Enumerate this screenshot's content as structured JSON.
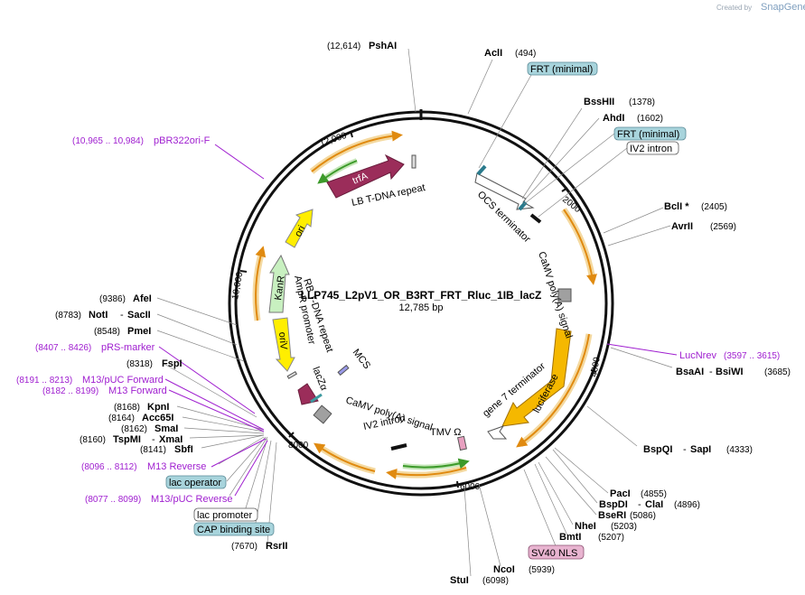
{
  "watermark": {
    "prefix": "Created by",
    "brand": "SnapGene"
  },
  "plasmid": {
    "name": "LLP745_L2pV1_OR_B3RT_FRT_Rluc_1IB_lacZ",
    "length": "12,785 bp"
  },
  "ticks": [
    "2000",
    "4000",
    "6000",
    "8000",
    "10,000",
    "12,000"
  ],
  "features": {
    "trfA": "trfA",
    "ori": "ori",
    "KanR": "KanR",
    "oriV": "oriV",
    "luciferase": "luciferase",
    "lb_tdna": "LB T-DNA repeat",
    "rb_tdna": "RB T-DNA repeat",
    "ocs_term": "OCS terminator",
    "camv_polya_1": "CaMV poly(A) signal",
    "camv_polya_2": "CaMV poly(A) signal",
    "gene7_term": "gene 7 terminator",
    "tmv": "TMV Ω",
    "iv2_intron": "IV2 intron",
    "mcs": "MCS",
    "lacza": "lacZα",
    "ampr_promoter": "AmpR promoter"
  },
  "sites": {
    "psha": {
      "pos": "(12,614)",
      "name": "PshAI"
    },
    "acli": {
      "name": "AclI",
      "pos": "(494)"
    },
    "frt1": "FRT (minimal)",
    "bsshii": {
      "name": "BssHII",
      "pos": "(1378)"
    },
    "ahdi": {
      "name": "AhdI",
      "pos": "(1602)"
    },
    "frt2": "FRT (minimal)",
    "iv2": "IV2 intron",
    "bcli": {
      "name": "BclI *",
      "pos": "(2405)"
    },
    "avrii": {
      "name": "AvrII",
      "pos": "(2569)"
    },
    "lucnrev": {
      "name": "LucNrev",
      "pos": "(3597 .. 3615)"
    },
    "bsaai": {
      "name": "BsaAI",
      "name2": "BsiWI",
      "pos": "(3685)"
    },
    "bspqi": {
      "name": "BspQI",
      "name2": "SapI",
      "pos": "(4333)"
    },
    "paci": {
      "name": "PacI",
      "pos": "(4855)"
    },
    "bspdi": {
      "name": "BspDI",
      "name2": "ClaI",
      "pos": "(4896)"
    },
    "bseri": {
      "name": "BseRI",
      "pos": "(5086)"
    },
    "nhei": {
      "name": "NheI",
      "pos": "(5203)"
    },
    "bmti": {
      "name": "BmtI",
      "pos": "(5207)"
    },
    "sv40": "SV40 NLS",
    "ncoi": {
      "name": "NcoI",
      "pos": "(5939)"
    },
    "stui": {
      "name": "StuI",
      "pos": "(6098)"
    },
    "rsrii": {
      "pos": "(7670)",
      "name": "RsrII"
    },
    "cap": "CAP binding site",
    "lacp": "lac promoter",
    "m13pucrev": {
      "pos": "(8077 .. 8099)",
      "name": "M13/pUC Reverse"
    },
    "lacop": "lac operator",
    "m13rev": {
      "pos": "(8096 .. 8112)",
      "name": "M13 Reverse"
    },
    "sbfi": {
      "pos": "(8141)",
      "name": "SbfI"
    },
    "tspmi": {
      "pos": "(8160)",
      "name": "TspMI",
      "name2": "XmaI"
    },
    "smai": {
      "pos": "(8162)",
      "name": "SmaI"
    },
    "acc65i": {
      "pos": "(8164)",
      "name": "Acc65I"
    },
    "kpni": {
      "pos": "(8168)",
      "name": "KpnI"
    },
    "m13fwd": {
      "pos": "(8182 .. 8199)",
      "name": "M13 Forward"
    },
    "m13pucfwd": {
      "pos": "(8191 .. 8213)",
      "name": "M13/pUC Forward"
    },
    "fspi": {
      "pos": "(8318)",
      "name": "FspI"
    },
    "prs": {
      "pos": "(8407 .. 8426)",
      "name": "pRS-marker"
    },
    "pmei": {
      "pos": "(8548)",
      "name": "PmeI"
    },
    "noti": {
      "pos": "(8783)",
      "name": "NotI",
      "name2": "SacII"
    },
    "afei": {
      "pos": "(9386)",
      "name": "AfeI"
    },
    "pbr322": {
      "pos": "(10,965 .. 10,984)",
      "name": "pBR322ori-F"
    }
  },
  "colors": {
    "backbone": "#111111",
    "trfA": "#9b2d5a",
    "ori": "#ffee00",
    "KanR": "#c8f0c0",
    "oriV": "#ffee00",
    "luciferase": "#f5b800",
    "primer": "#a020d0",
    "frt_box": "#a8d4dc",
    "sv40_box": "#e8b4d0",
    "orange_arc": "#e08a10",
    "green_arc": "#3c9a2a"
  }
}
